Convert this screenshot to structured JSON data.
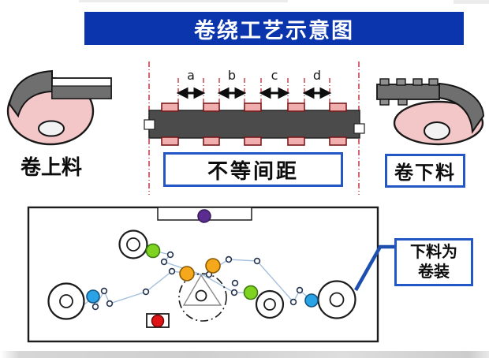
{
  "title": "卷绕工艺示意图",
  "labels": {
    "left_reel": "卷上料",
    "right_reel": "卷下料",
    "spacing_box": "不等间距",
    "callout_line1": "下料为",
    "callout_line2": "卷装"
  },
  "spacing": {
    "gap_labels": [
      "a",
      "b",
      "c",
      "d"
    ],
    "note": "不等间距"
  },
  "colors": {
    "banner_bg": "#0b35ad",
    "banner_text": "#ffffff",
    "label_box_border": "#2257c5",
    "reel_body_pink": "#f3c6c8",
    "tape_gray": "#6f6f6f",
    "strip_dark": "#4b4b4b",
    "tab_pink": "#f0aeae",
    "tab_border": "#7a1a1a",
    "guide_line_red": "#c22533",
    "thread_blue": "#a4c0dc",
    "dot_purple": "#5b2d91",
    "dot_green": "#7ed321",
    "dot_orange": "#f5a81c",
    "dot_blue": "#29a3e6",
    "dot_red": "#e01414",
    "callout_pointer": "#1d4fae"
  }
}
